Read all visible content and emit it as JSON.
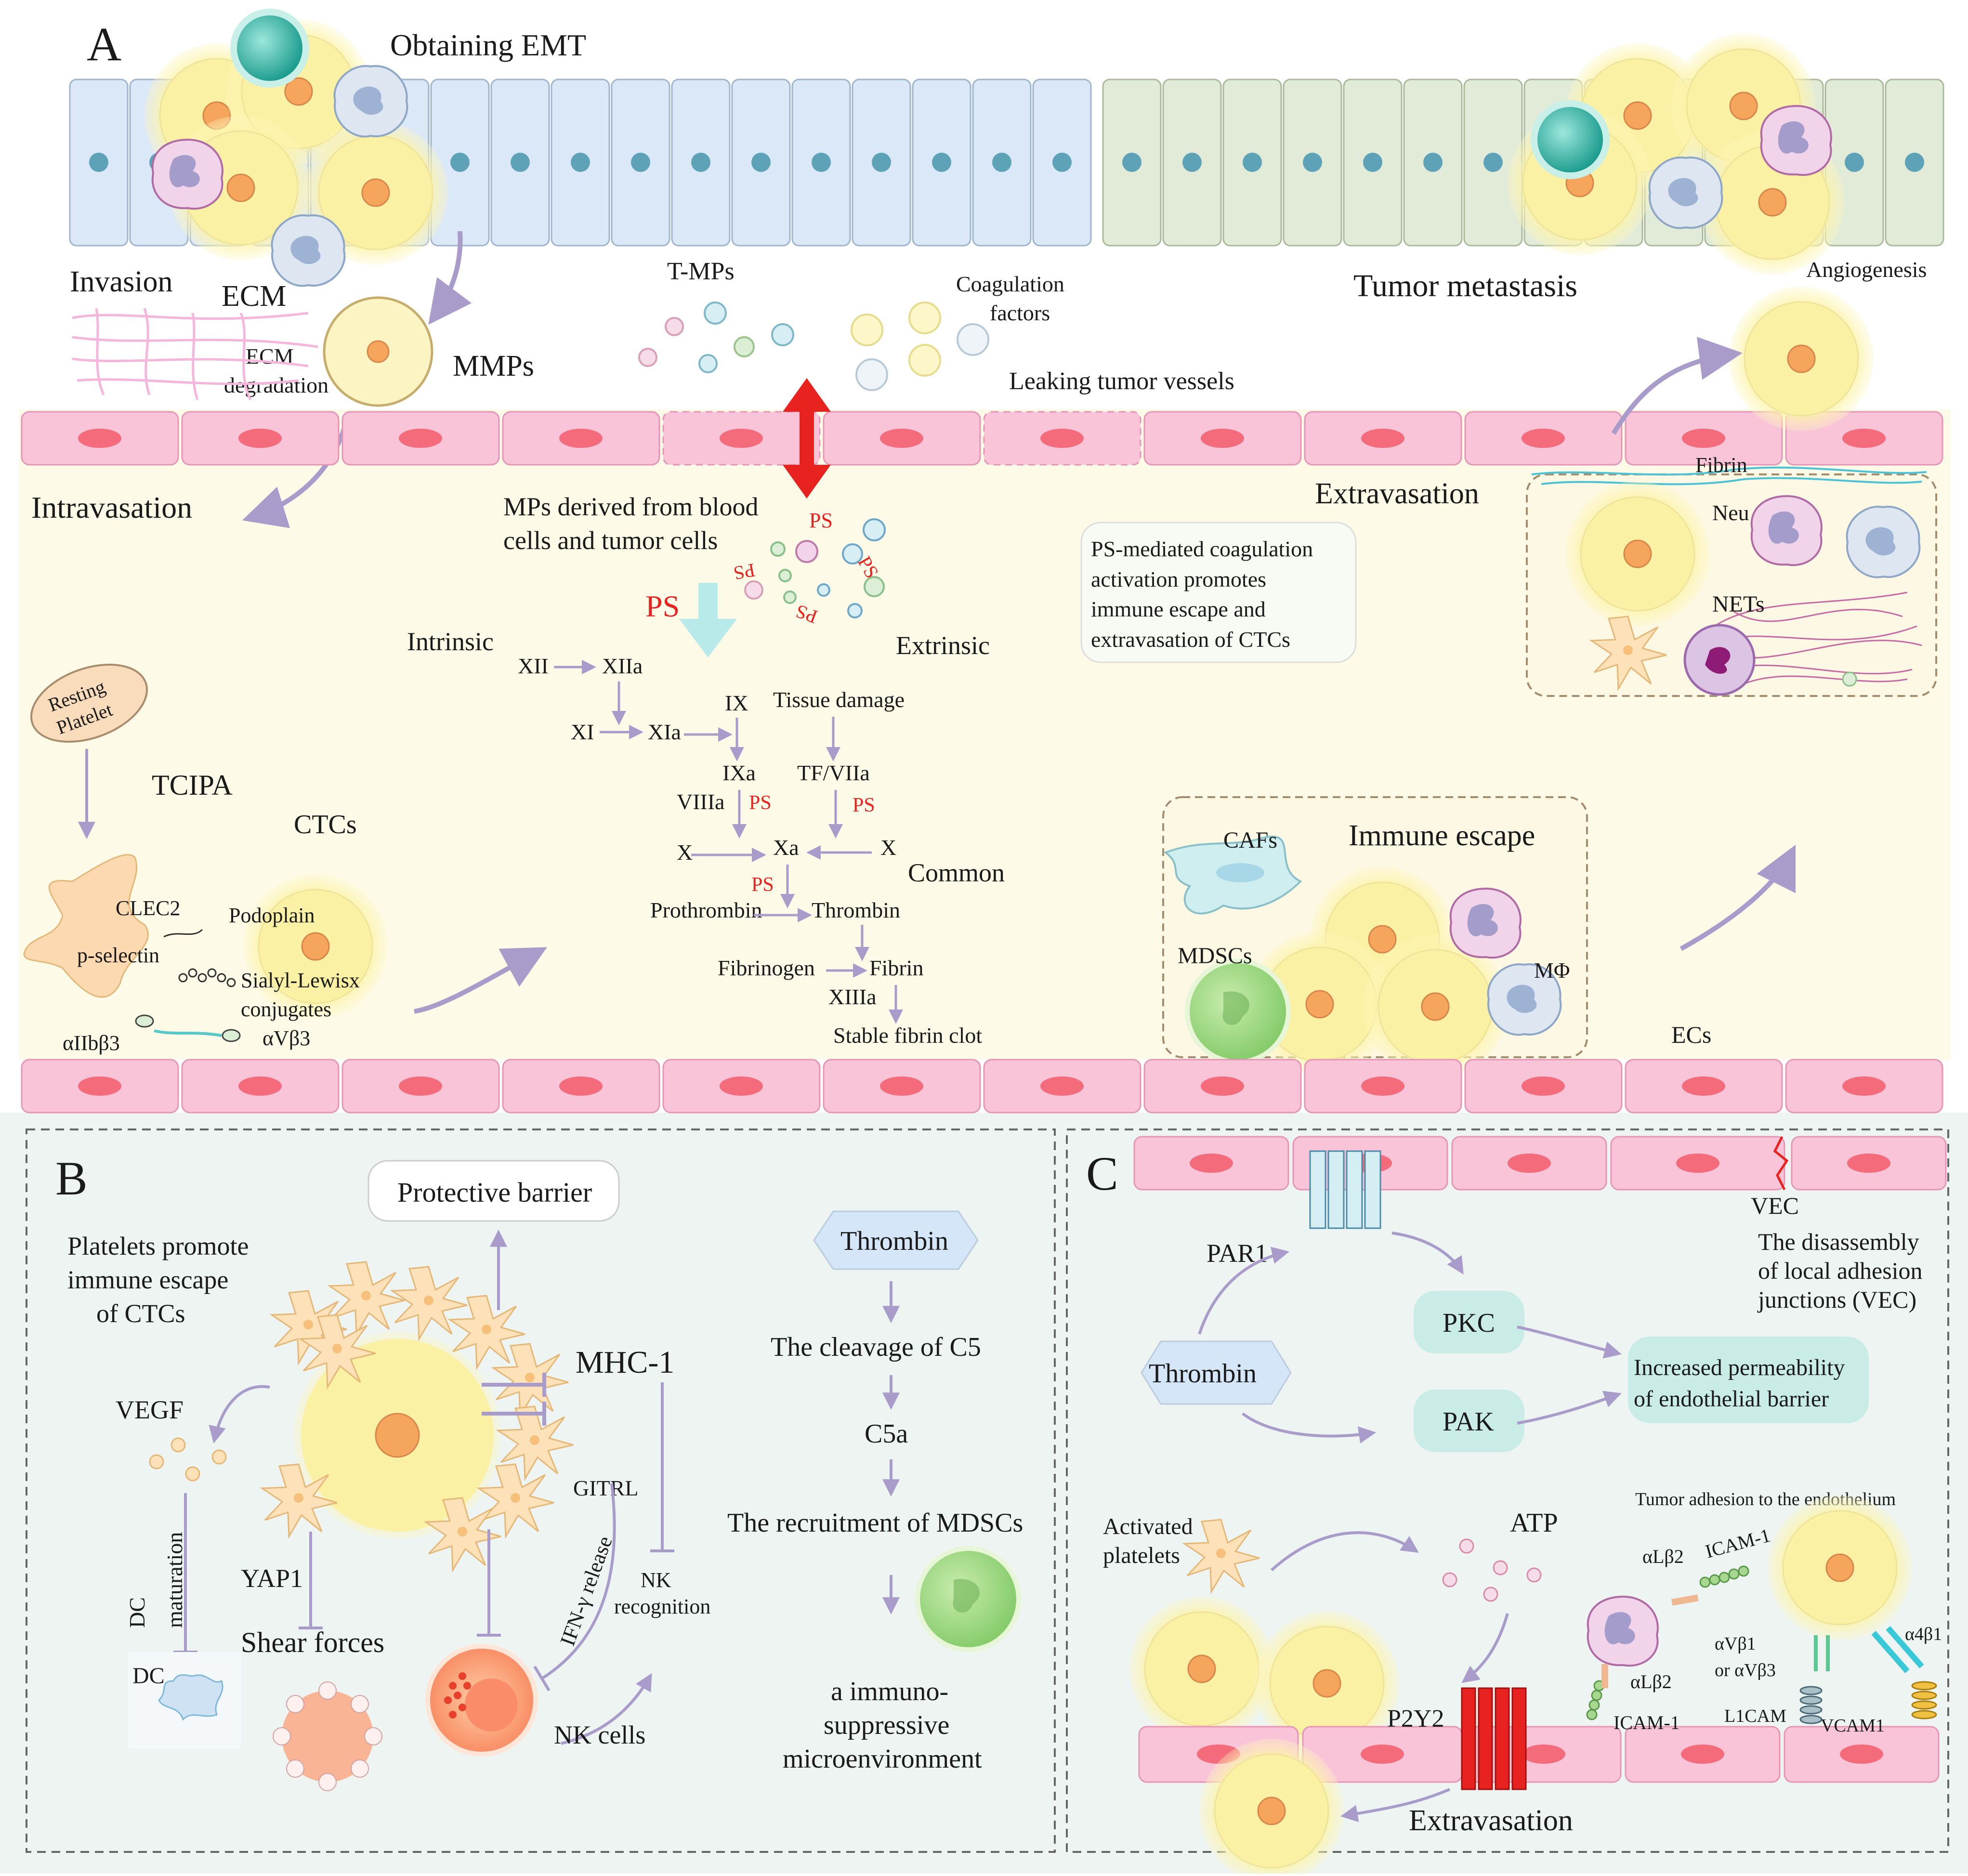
{
  "panels": {
    "a": "A",
    "b": "B",
    "c": "C"
  },
  "panel_a": {
    "obtaining_emt": "Obtaining EMT",
    "invasion": "Invasion",
    "ecm": "ECM",
    "ecm_degradation_1": "ECM",
    "ecm_degradation_2": "degradation",
    "mmps": "MMPs",
    "t_mps": "T-MPs",
    "coag_factors_1": "Coagulation",
    "coag_factors_2": "factors",
    "tumor_metastasis": "Tumor metastasis",
    "angiogenesis": "Angiogenesis",
    "leaking_vessels": "Leaking tumor vessels",
    "intravasation": "Intravasation",
    "mps_derived_1": "MPs derived from blood",
    "mps_derived_2": "cells and tumor cells",
    "ps": "PS",
    "extravasation": "Extravasation",
    "fibrin_label": "Fibrin",
    "neu": "Neu",
    "nets": "NETs",
    "ps_box_1": "PS-mediated coagulation",
    "ps_box_2": "activation promotes",
    "ps_box_3": "immune  escape and",
    "ps_box_4": "extravasation of CTCs",
    "intrinsic": "Intrinsic",
    "extrinsic": "Extrinsic",
    "common": "Common",
    "resting_platelet_1": "Resting",
    "resting_platelet_2": "Platelet",
    "tcipa": "TCIPA",
    "ctcs": "CTCs",
    "clec2": "CLEC2",
    "podoplain": "Podoplain",
    "p_selectin": "p-selectin",
    "sialyl_1": "Sialyl-Lewisx",
    "sialyl_2": "conjugates",
    "avb3": "αVβ3",
    "aiibb3": "αIIbβ3",
    "cafs": "CAFs",
    "immune_escape": "Immune escape",
    "mdscs": "MDSCs",
    "mphi": "MΦ",
    "ecs": "ECs",
    "cascade": {
      "xii": "XII",
      "xiia": "XIIa",
      "xi": "XI",
      "xia": "XIa",
      "ix": "IX",
      "tissue_damage": "Tissue damage",
      "ixa": "IXa",
      "tf_viia": "TF/VIIa",
      "viiia": "VIIIa",
      "x_left": "X",
      "xa": "Xa",
      "x_right": "X",
      "prothrombin": "Prothrombin",
      "thrombin": "Thrombin",
      "fibrinogen": "Fibrinogen",
      "fibrin": "Fibrin",
      "xiiia": "XIIIa",
      "stable_clot": "Stable fibrin clot"
    }
  },
  "panel_b": {
    "protective_barrier": "Protective barrier",
    "platelets_promote_1": "Platelets promote",
    "platelets_promote_2": "immune escape",
    "platelets_promote_3": "of CTCs",
    "mhc1": "MHC-1",
    "vegf": "VEGF",
    "gitrl": "GITRL",
    "ifn_release": "IFN-γ release",
    "nk_recognition_1": "NK",
    "nk_recognition_2": "recognition",
    "dc_maturation_1": "DC",
    "dc_maturation_2": "maturation",
    "yap1": "YAP1",
    "shear_forces": "Shear forces",
    "dc": "DC",
    "nk_cells": "NK cells",
    "thrombin": "Thrombin",
    "cleavage_c5": "The cleavage  of C5",
    "c5a": "C5a",
    "recruitment": "The recruitment of MDSCs",
    "immuno_1": "a immuno-",
    "immuno_2": "suppressive",
    "immuno_3": "microenvironment"
  },
  "panel_c": {
    "par1": "PAR1",
    "vec": "VEC",
    "disassembly_1": "The disassembly",
    "disassembly_2": "of local adhesion",
    "disassembly_3": "junctions (VEC)",
    "pkc": "PKC",
    "pak": "PAK",
    "thrombin": "Thrombin",
    "permeability_1": "Increased permeability",
    "permeability_2": "of  endothelial barrier",
    "tumor_adhesion": "Tumor adhesion to the endothelium",
    "activated_1": "Activated",
    "activated_2": "platelets",
    "atp": "ATP",
    "alb2_top": "αLβ2",
    "icam1_top": "ICAM-1",
    "alb2_bottom": "αLβ2",
    "icam1_bottom": "ICAM-1",
    "avb1_1": "αVβ1",
    "avb1_2": "or αVβ3",
    "a4b1": "α4β1",
    "l1cam": "L1CAM",
    "vcam1": "VCAM1",
    "p2y2": "P2Y2",
    "extravasation": "Extravasation"
  },
  "colors": {
    "background_main": "#fdfbe8",
    "background_lower": "#edf4f2",
    "endothelium": "#f9c4d8",
    "nucleus": "#f46b7c",
    "tumor_cell": "#fbf3a6",
    "tumor_nucleus": "#f6a55c",
    "arrow": "#a99ccb",
    "ps_red": "#e8231f",
    "teal_box": "#c9ece6"
  }
}
